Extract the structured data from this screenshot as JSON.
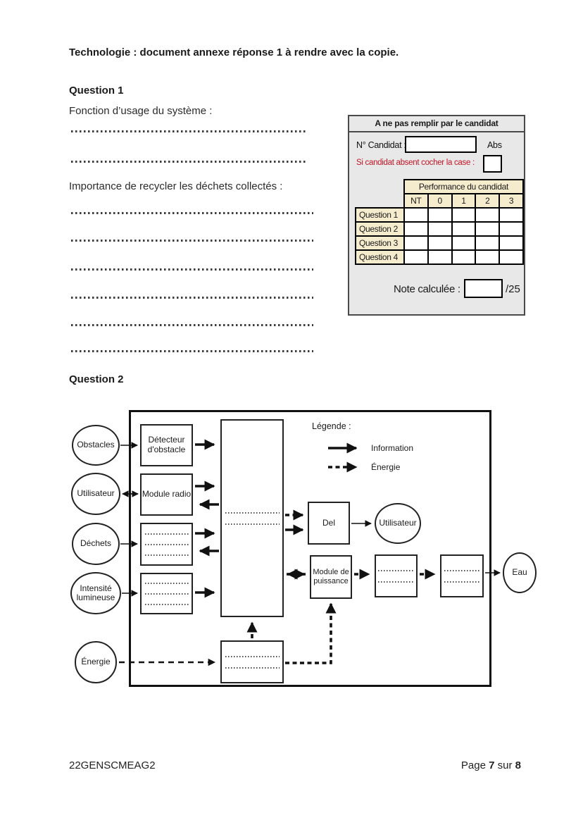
{
  "page": {
    "title": "Technologie : document annexe réponse 1 à rendre avec la copie.",
    "footer_left": "22GENSCMEAG2",
    "footer": {
      "page_word": "Page",
      "page_number": "7",
      "sur_word": " sur ",
      "total_number": "8"
    }
  },
  "question1": {
    "heading": "Question 1",
    "prompt1": "Fonction d’usage du système :",
    "prompt2": "Importance de recycler les déchets collectés :"
  },
  "grading_box": {
    "header": "A ne pas remplir par le candidat",
    "candidate_label": "N° Candidat :",
    "candidate_value": "",
    "abs_label": "Abs",
    "absent_note": "Si candidat absent cocher la case :",
    "table": {
      "header": "Performance du candidat",
      "columns": [
        "NT",
        "0",
        "1",
        "2",
        "3"
      ],
      "rows": [
        "Question 1",
        "Question 2",
        "Question 3",
        "Question 4"
      ]
    },
    "note_label": "Note calculée :",
    "note_value": "",
    "note_suffix": "/25"
  },
  "question2": {
    "heading": "Question 2",
    "diagram": {
      "legend": {
        "title": "Légende :",
        "information": "Information",
        "energy": "Énergie"
      },
      "inputs": {
        "obstacles": "Obstacles",
        "utilisateur": "Utilisateur",
        "dechets": "Déchets",
        "intensite": "Intensité lumineuse",
        "energie": "Énergie"
      },
      "blocks": {
        "detecteur": "Détecteur d'obstacle",
        "radio": "Module radio",
        "del": "Del",
        "puissance": "Module de puissance"
      },
      "outputs": {
        "utilisateur": "Utilisateur",
        "eau": "Eau"
      }
    }
  },
  "colors": {
    "beige": "#f5ecce",
    "red": "#c41425",
    "box_gray": "#e8e8e8",
    "ink": "#111111"
  }
}
